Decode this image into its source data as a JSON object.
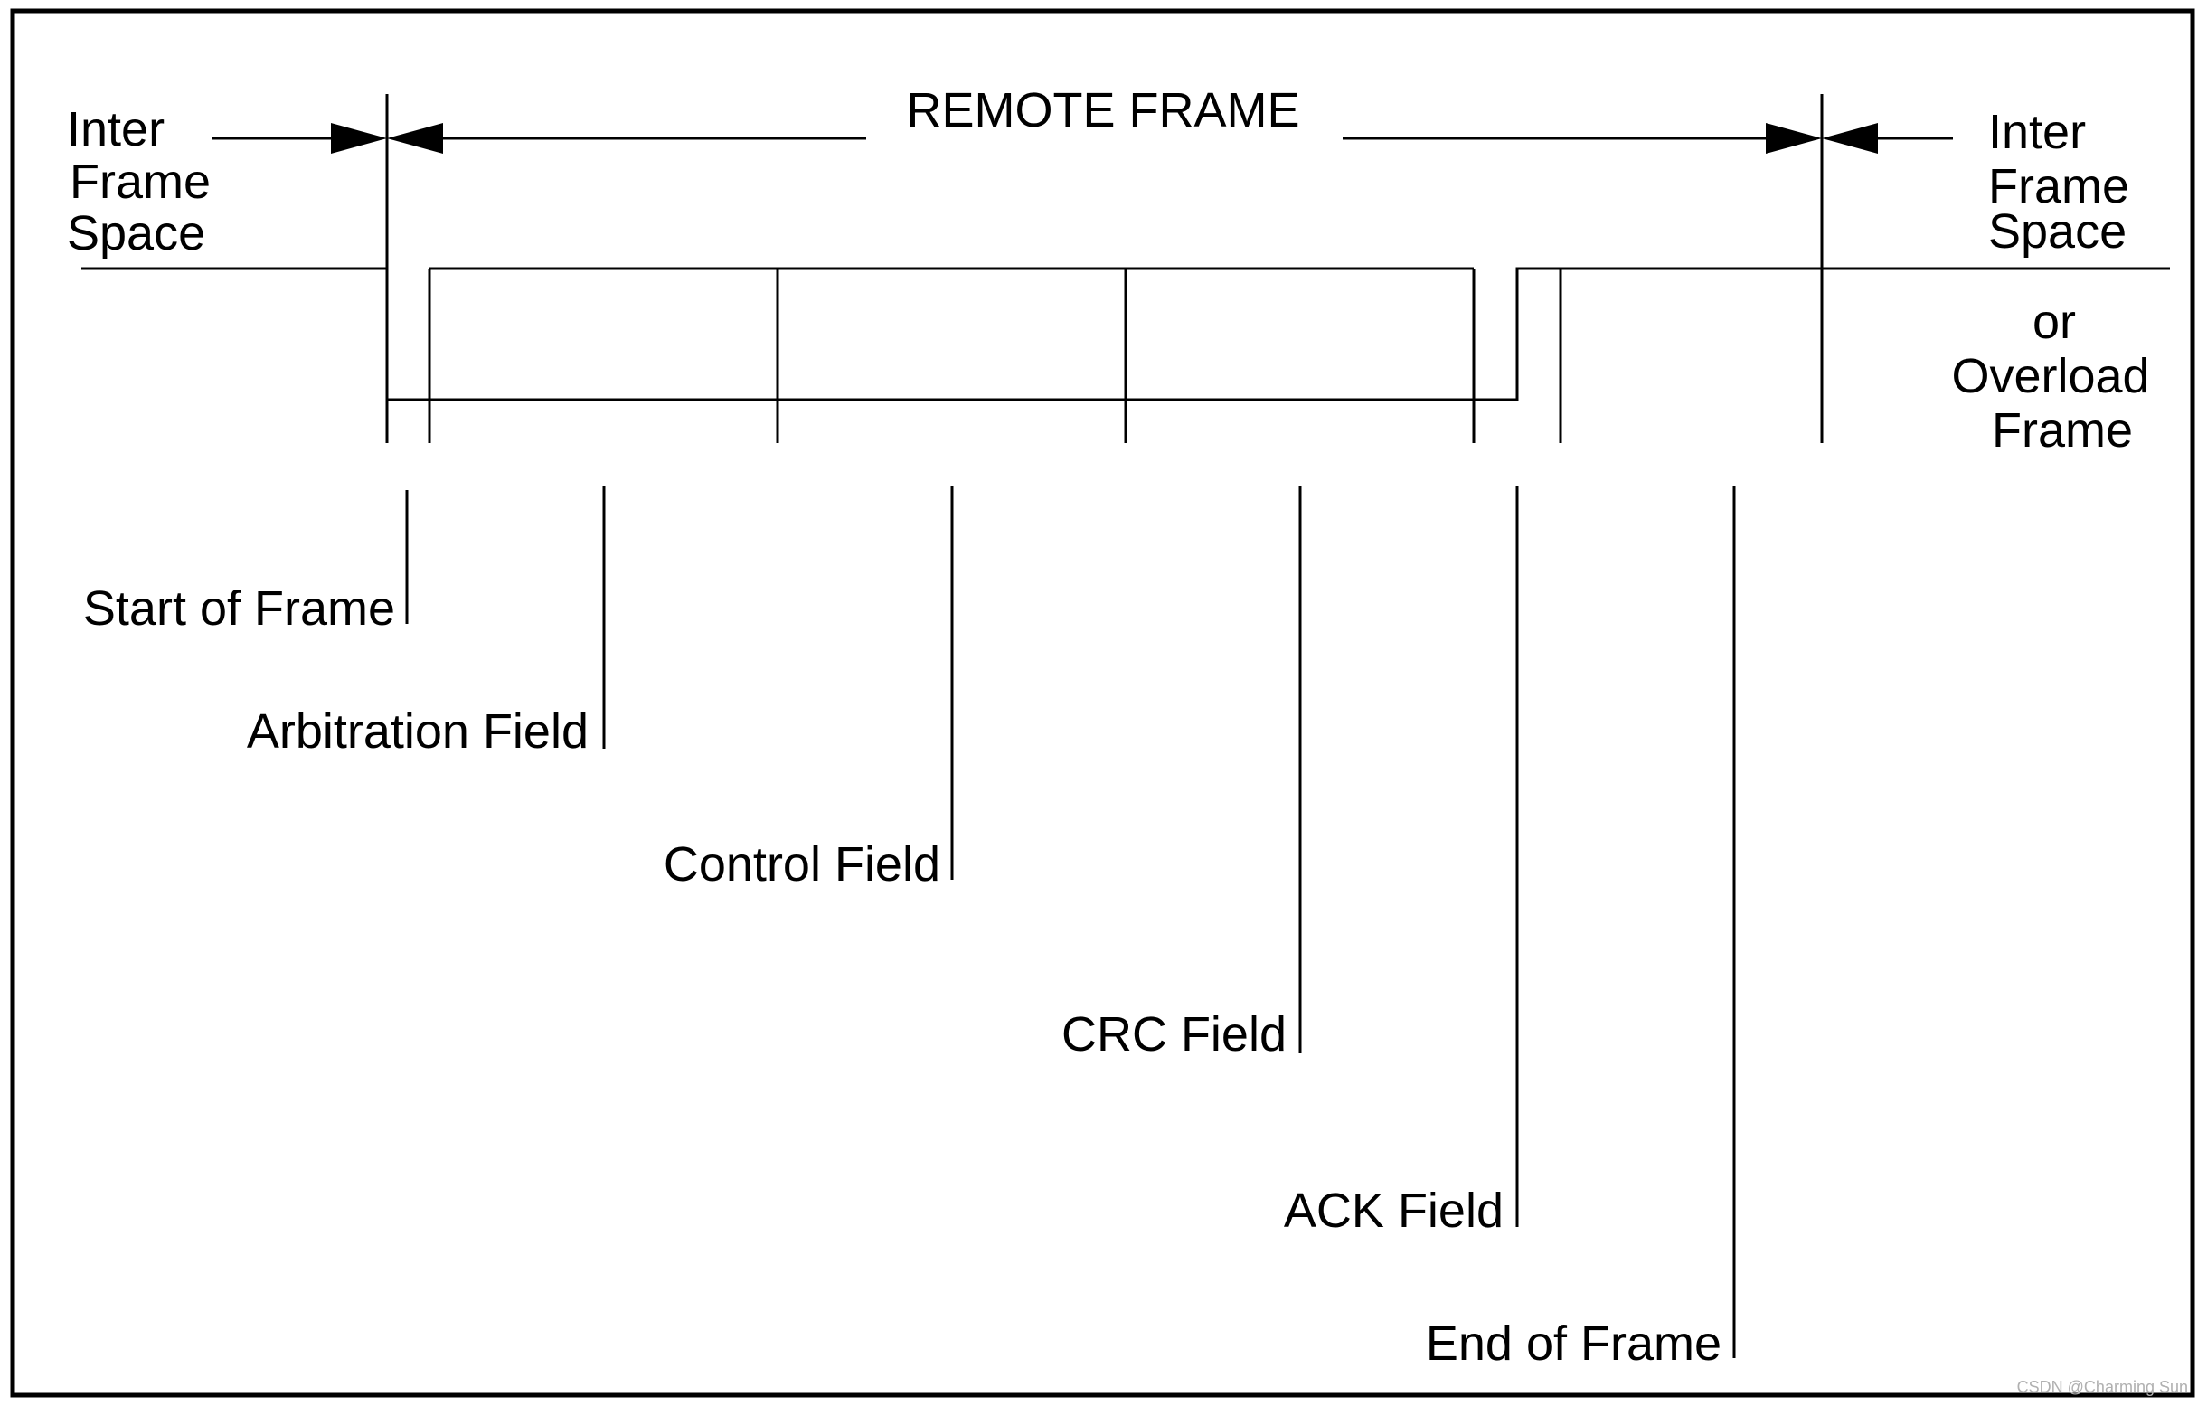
{
  "title": "REMOTE FRAME",
  "left_space": {
    "line1": "Inter",
    "line2": "Frame",
    "line3": "Space"
  },
  "right_space": {
    "line1": "Inter",
    "line2": "Frame",
    "line3": "Space",
    "line4": "or",
    "line5": "Overload",
    "line6": "Frame"
  },
  "fields": {
    "start_of_frame": "Start of Frame",
    "arbitration_field": "Arbitration Field",
    "control_field": "Control Field",
    "crc_field": "CRC Field",
    "ack_field": "ACK Field",
    "end_of_frame": "End of Frame"
  },
  "watermark": "CSDN @Charming Sun"
}
